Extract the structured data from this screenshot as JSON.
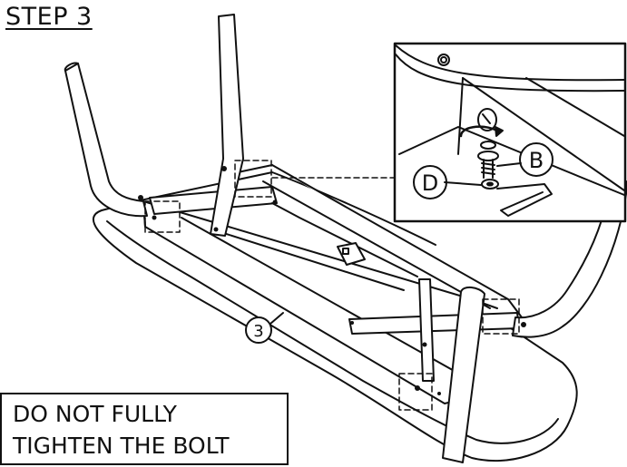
{
  "step_title": "STEP 3",
  "warning": {
    "line1": "DO NOT FULLY",
    "line2": "TIGHTEN THE BOLT"
  },
  "callouts": {
    "part_3": "3",
    "part_b": "B",
    "part_d": "D"
  }
}
